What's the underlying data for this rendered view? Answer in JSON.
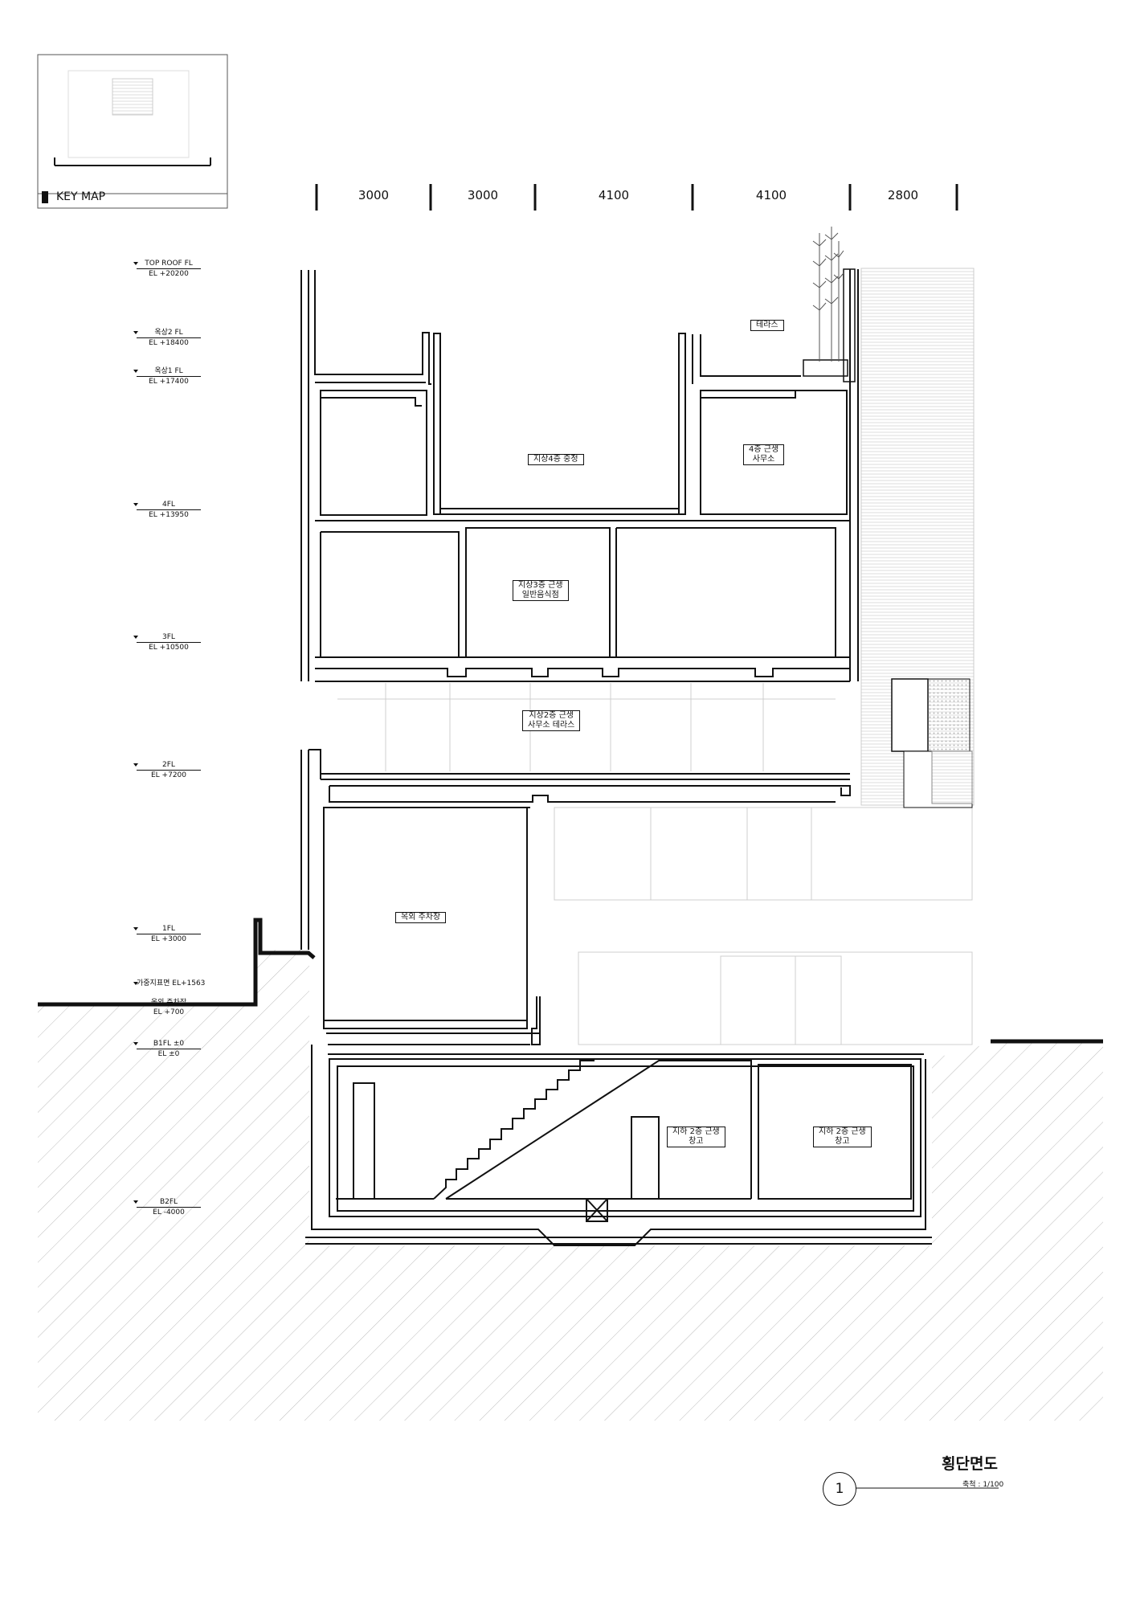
{
  "key_map": {
    "label": "KEY MAP"
  },
  "dimensions": [
    "3000",
    "3000",
    "4100",
    "4100",
    "2800"
  ],
  "levels": [
    {
      "name": "TOP ROOF FL",
      "elevation": "EL +20200"
    },
    {
      "name": "옥상2 FL",
      "elevation": "EL +18400"
    },
    {
      "name": "옥상1 FL",
      "elevation": "EL +17400"
    },
    {
      "name": "4FL",
      "elevation": "EL +13950"
    },
    {
      "name": "3FL",
      "elevation": "EL +10500"
    },
    {
      "name": "2FL",
      "elevation": "EL +7200"
    },
    {
      "name": "1FL",
      "elevation": "EL +3000"
    },
    {
      "name": "가중지표면 EL+1563",
      "elevation": ""
    },
    {
      "name": "옥외 주차장",
      "elevation": "EL +700"
    },
    {
      "name": "B1FL ±0",
      "elevation": "EL ±0"
    },
    {
      "name": "B2FL",
      "elevation": "EL -4000"
    }
  ],
  "rooms": {
    "terrace": "테라스",
    "fl4_void": "지상4층 중정",
    "fl4_office": [
      "4층 근생",
      "사무소"
    ],
    "fl3_restaurant": [
      "지상3층 근생",
      "일반음식점"
    ],
    "fl2_terrace": [
      "지상2층 근생",
      "사무소 테라스"
    ],
    "outdoor_parking": "옥외 주차장",
    "b2_storage_left": [
      "지하 2층 근생",
      "창고"
    ],
    "b2_storage_right": [
      "지하 2층 근생",
      "창고"
    ]
  },
  "title_block": {
    "number": "1",
    "title": "횡단면도",
    "scale": "축척 : 1/100"
  }
}
